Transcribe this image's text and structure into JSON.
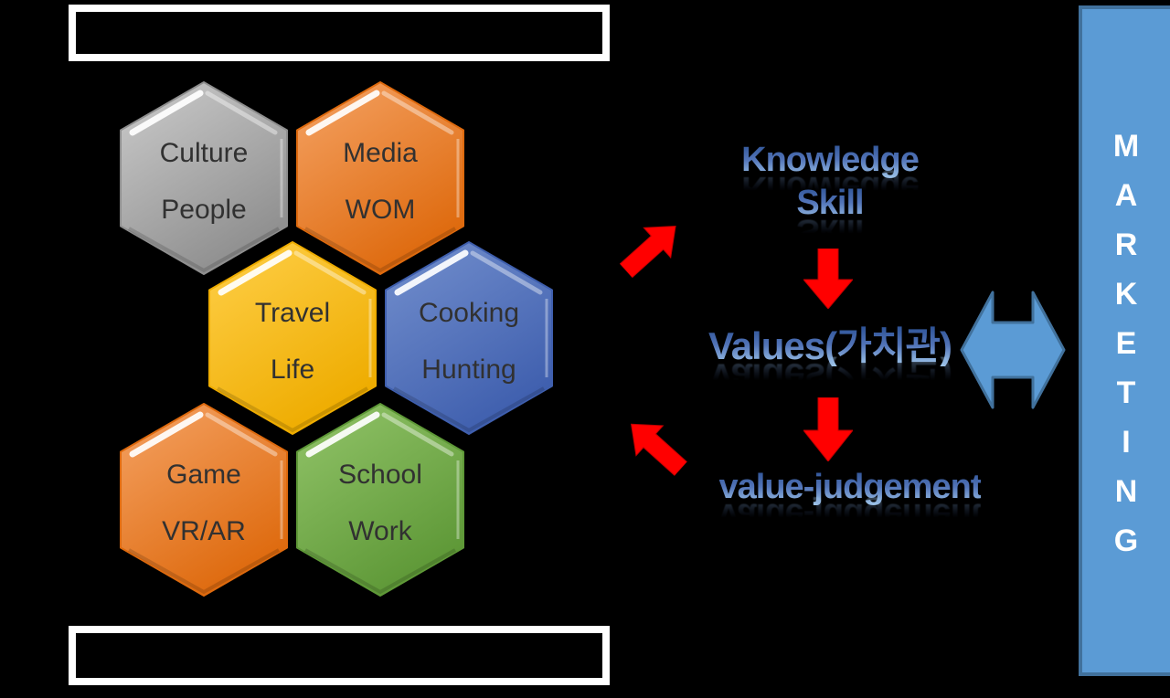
{
  "background": "#000000",
  "title_boxes": {
    "count": 2,
    "style": "empty black box with white border"
  },
  "hexagons": [
    {
      "name": "culture-people",
      "line1": "Culture",
      "line2": "People",
      "light": "#CCCCCC",
      "dark": "#8F8F8F"
    },
    {
      "name": "media-wom",
      "line1": "Media",
      "line2": "WOM",
      "light": "#F5A365",
      "dark": "#DE6A0E"
    },
    {
      "name": "travel-life",
      "line1": "Travel",
      "line2": "Life",
      "light": "#FFD04A",
      "dark": "#EEAC00"
    },
    {
      "name": "cooking-hunting",
      "line1": "Cooking",
      "line2": "Hunting",
      "light": "#7490CE",
      "dark": "#3F5FAE"
    },
    {
      "name": "game-vrar",
      "line1": "Game",
      "line2": "VR/AR",
      "light": "#F5A365",
      "dark": "#DE6A0E"
    },
    {
      "name": "school-work",
      "line1": "School",
      "line2": "Work",
      "light": "#93C56A",
      "dark": "#5E9837"
    }
  ],
  "flow": {
    "knowledge_line1": "Knowledge",
    "knowledge_line2": "Skill",
    "values": "Values(가치관)",
    "judgement": "value-judgement",
    "wordart_gradient_top": "#2E5396",
    "wordart_gradient_bottom": "#9DC3E8"
  },
  "arrows": {
    "red": "#FF0000",
    "red_edge": "#C00000",
    "double_fill": "#5B9BD5",
    "double_border": "#41719C"
  },
  "banner": {
    "word": "MARKETING",
    "letters": [
      "M",
      "A",
      "R",
      "K",
      "E",
      "T",
      "I",
      "N",
      "G"
    ],
    "fill": "#5B9BD5",
    "border": "#41719C",
    "text_color": "#FFFFFF"
  }
}
